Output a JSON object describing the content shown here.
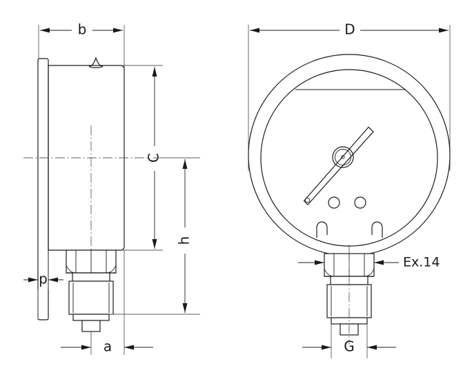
{
  "drawing": {
    "title": "Pressure gauge dimensional drawing",
    "line_color": "#1a1a1a",
    "thin_line_color": "#5a5a5a",
    "background_color": "#ffffff",
    "views": [
      {
        "id": "side-view",
        "name": "Side elevation view (left)"
      },
      {
        "id": "front-view",
        "name": "Front face view (right)"
      }
    ]
  },
  "dimensions": {
    "b": "b",
    "c": "C",
    "h": "h",
    "p": "p",
    "a": "a",
    "d": "D",
    "g": "G"
  },
  "notes": {
    "hex_size": "Ex.14"
  }
}
